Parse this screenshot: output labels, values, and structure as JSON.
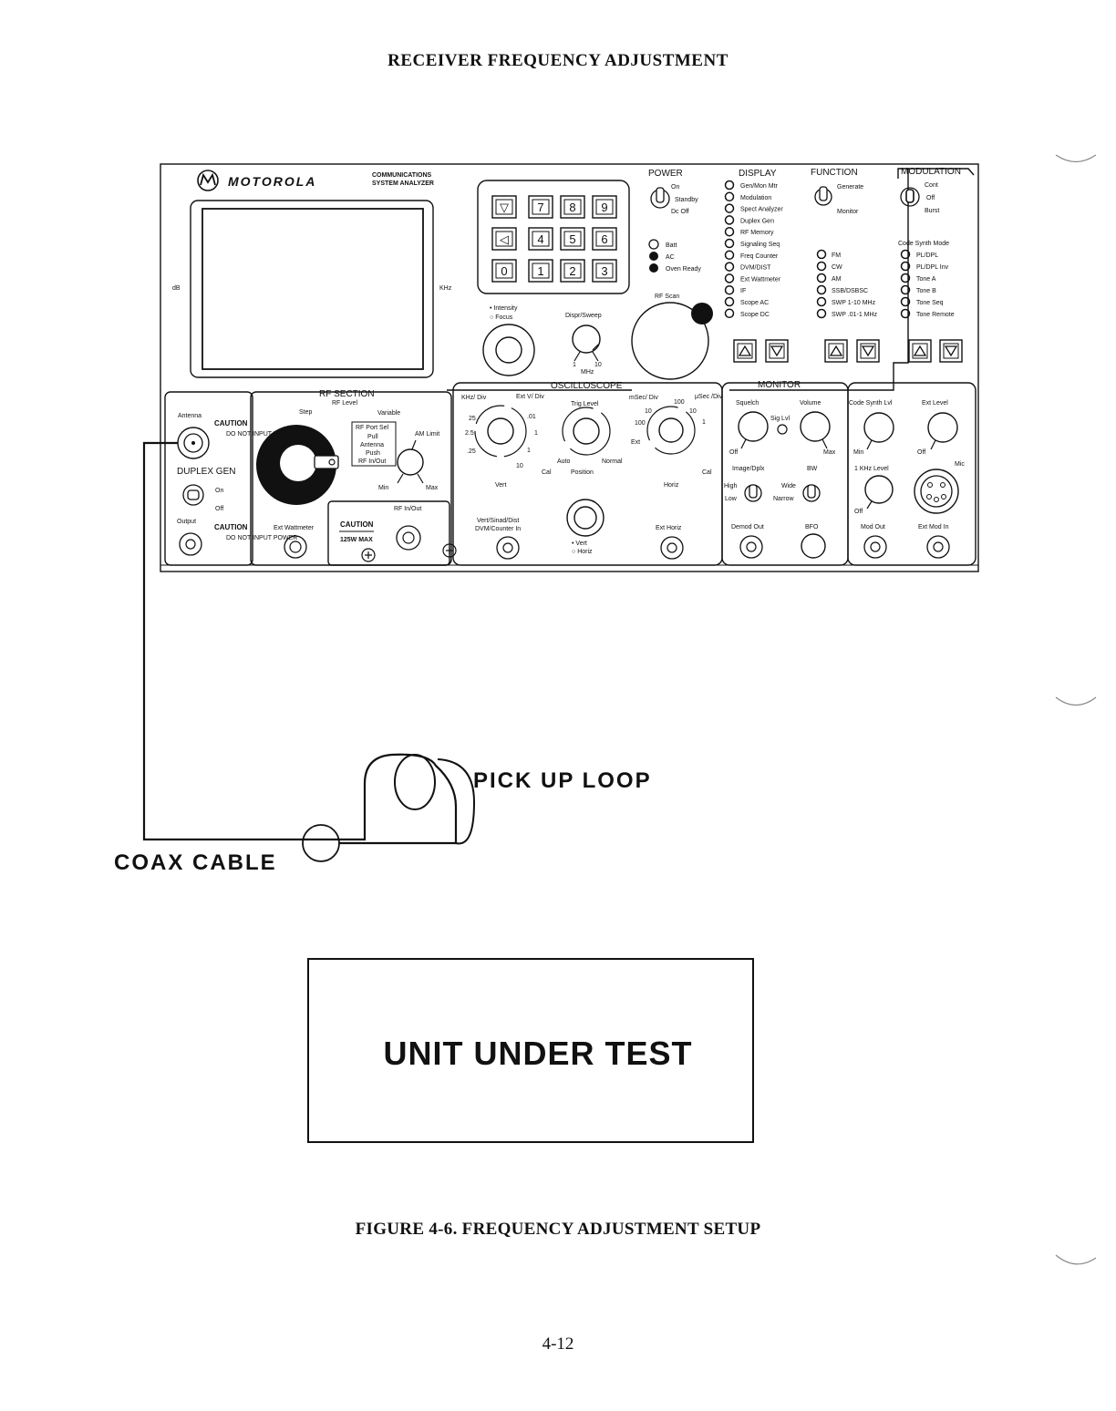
{
  "page": {
    "title": "RECEIVER FREQUENCY ADJUSTMENT",
    "caption": "FIGURE 4-6.   FREQUENCY ADJUSTMENT SETUP",
    "page_number": "4-12"
  },
  "analyzer": {
    "brand": "MOTOROLA",
    "subtitle_1": "COMMUNICATIONS",
    "subtitle_2": "SYSTEM ANALYZER",
    "screen_left_label": "dB",
    "screen_right_label": "KHz",
    "keypad_keys": [
      "▽",
      "7",
      "8",
      "9",
      "◁",
      "4",
      "5",
      "6",
      "0",
      "1",
      "2",
      "3"
    ],
    "power": {
      "heading": "POWER",
      "on": "On",
      "standby": "Standby",
      "dc_off": "Dc Off",
      "batt": "Batt",
      "ac": "AC",
      "oven_ready": "Oven Ready"
    },
    "display": {
      "heading": "DISPLAY",
      "items": [
        "Gen/Mon Mtr",
        "Modulation",
        "Spect Analyzer",
        "Duplex Gen",
        "RF Memory",
        "Signaling Seq",
        "Freq Counter",
        "DVM/DIST",
        "Ext Wattmeter",
        "IF",
        "Scope AC",
        "Scope DC"
      ]
    },
    "function": {
      "heading": "FUNCTION",
      "generate": "Generate",
      "monitor": "Monitor",
      "items": [
        "FM",
        "CW",
        "AM",
        "SSB/DSBSC",
        "SWP 1-10 MHz",
        "SWP .01-1 MHz"
      ]
    },
    "modulation": {
      "heading": "MODULATION",
      "cont": "Cont",
      "off": "Off",
      "burst": "Burst",
      "code_synth_mode": "Code Synth Mode",
      "items": [
        "PL/DPL",
        "PL/DPL Inv",
        "Tone A",
        "Tone B",
        "Tone Seq",
        "Tone Remote"
      ]
    },
    "knobs": {
      "intensity": "Intensity",
      "focus": "Focus",
      "dispr_sweep": "Dispr/Sweep",
      "dial_1": "1",
      "dial_10": "10",
      "mhz": "MHz",
      "rf_scan": "RF Scan"
    },
    "rf_section": {
      "heading": "RF SECTION",
      "rf_level": "RF Level",
      "step": "Step",
      "variable": "Variable",
      "rf_port_sel": "RF Port Sel",
      "pull": "Pull",
      "antenna": "Antenna",
      "push": "Push",
      "rf_in_out": "RF In/Out",
      "am_limit": "AM Limit",
      "min": "Min",
      "max": "Max",
      "rf_in_out_port": "RF In/Out",
      "ext_wattmeter": "Ext Wattmeter",
      "caution": "CAUTION",
      "caution_125w": "125W MAX"
    },
    "left_panel": {
      "antenna": "Antenna",
      "caution": "CAUTION",
      "caution_text": "DO NOT INPUT POWER",
      "duplex_gen": "DUPLEX GEN",
      "on": "On",
      "off": "Off",
      "output": "Output"
    },
    "oscilloscope": {
      "heading": "OSCILLOSCOPE",
      "khz_div": "KHz/ Div",
      "ext_v_div": "Ext V/ Div",
      "trig_level": "Trig Level",
      "msec_div": "mSec/ Div",
      "usec_div": "μSec /Div",
      "scale_25": "25",
      "scale_2_5": "2.5",
      "scale_25b": ".25",
      "scale_01": ".01",
      "scale_1": "1",
      "scale_10": "10",
      "scale_100": "100",
      "auto": "Auto",
      "normal": "Normal",
      "ext": "Ext",
      "cal": "Cal",
      "position": "Position",
      "vert": "Vert",
      "horiz": "Horiz",
      "vert_sinad": "Vert/Sinad/Dist",
      "dvm_counter_in": "DVM/Counter In",
      "vert_opt": "Vert",
      "horiz_opt": "Horiz",
      "ext_horiz": "Ext Horiz"
    },
    "monitor": {
      "heading": "MONITOR",
      "squelch": "Squelch",
      "sig_lvl": "Sig Lvl",
      "volume": "Volume",
      "off": "Off",
      "max": "Max",
      "image_dplx": "Image/Dplx",
      "bw": "BW",
      "high": "High",
      "low": "Low",
      "wide": "Wide",
      "narrow": "Narrow",
      "demod_out": "Demod Out",
      "bfo": "BFO"
    },
    "code_synth": {
      "code_synth_lvl": "Code Synth Lvl",
      "ext_level": "Ext Level",
      "min": "Min",
      "off": "Off",
      "khz_level": "1 KHz Level",
      "off2": "Off",
      "mic": "Mic",
      "mod_out": "Mod Out",
      "ext_mod_in": "Ext Mod In"
    }
  },
  "setup": {
    "pickup_loop": "PICK UP LOOP",
    "coax_cable": "COAX CABLE",
    "unit_under_test": "UNIT UNDER TEST"
  }
}
